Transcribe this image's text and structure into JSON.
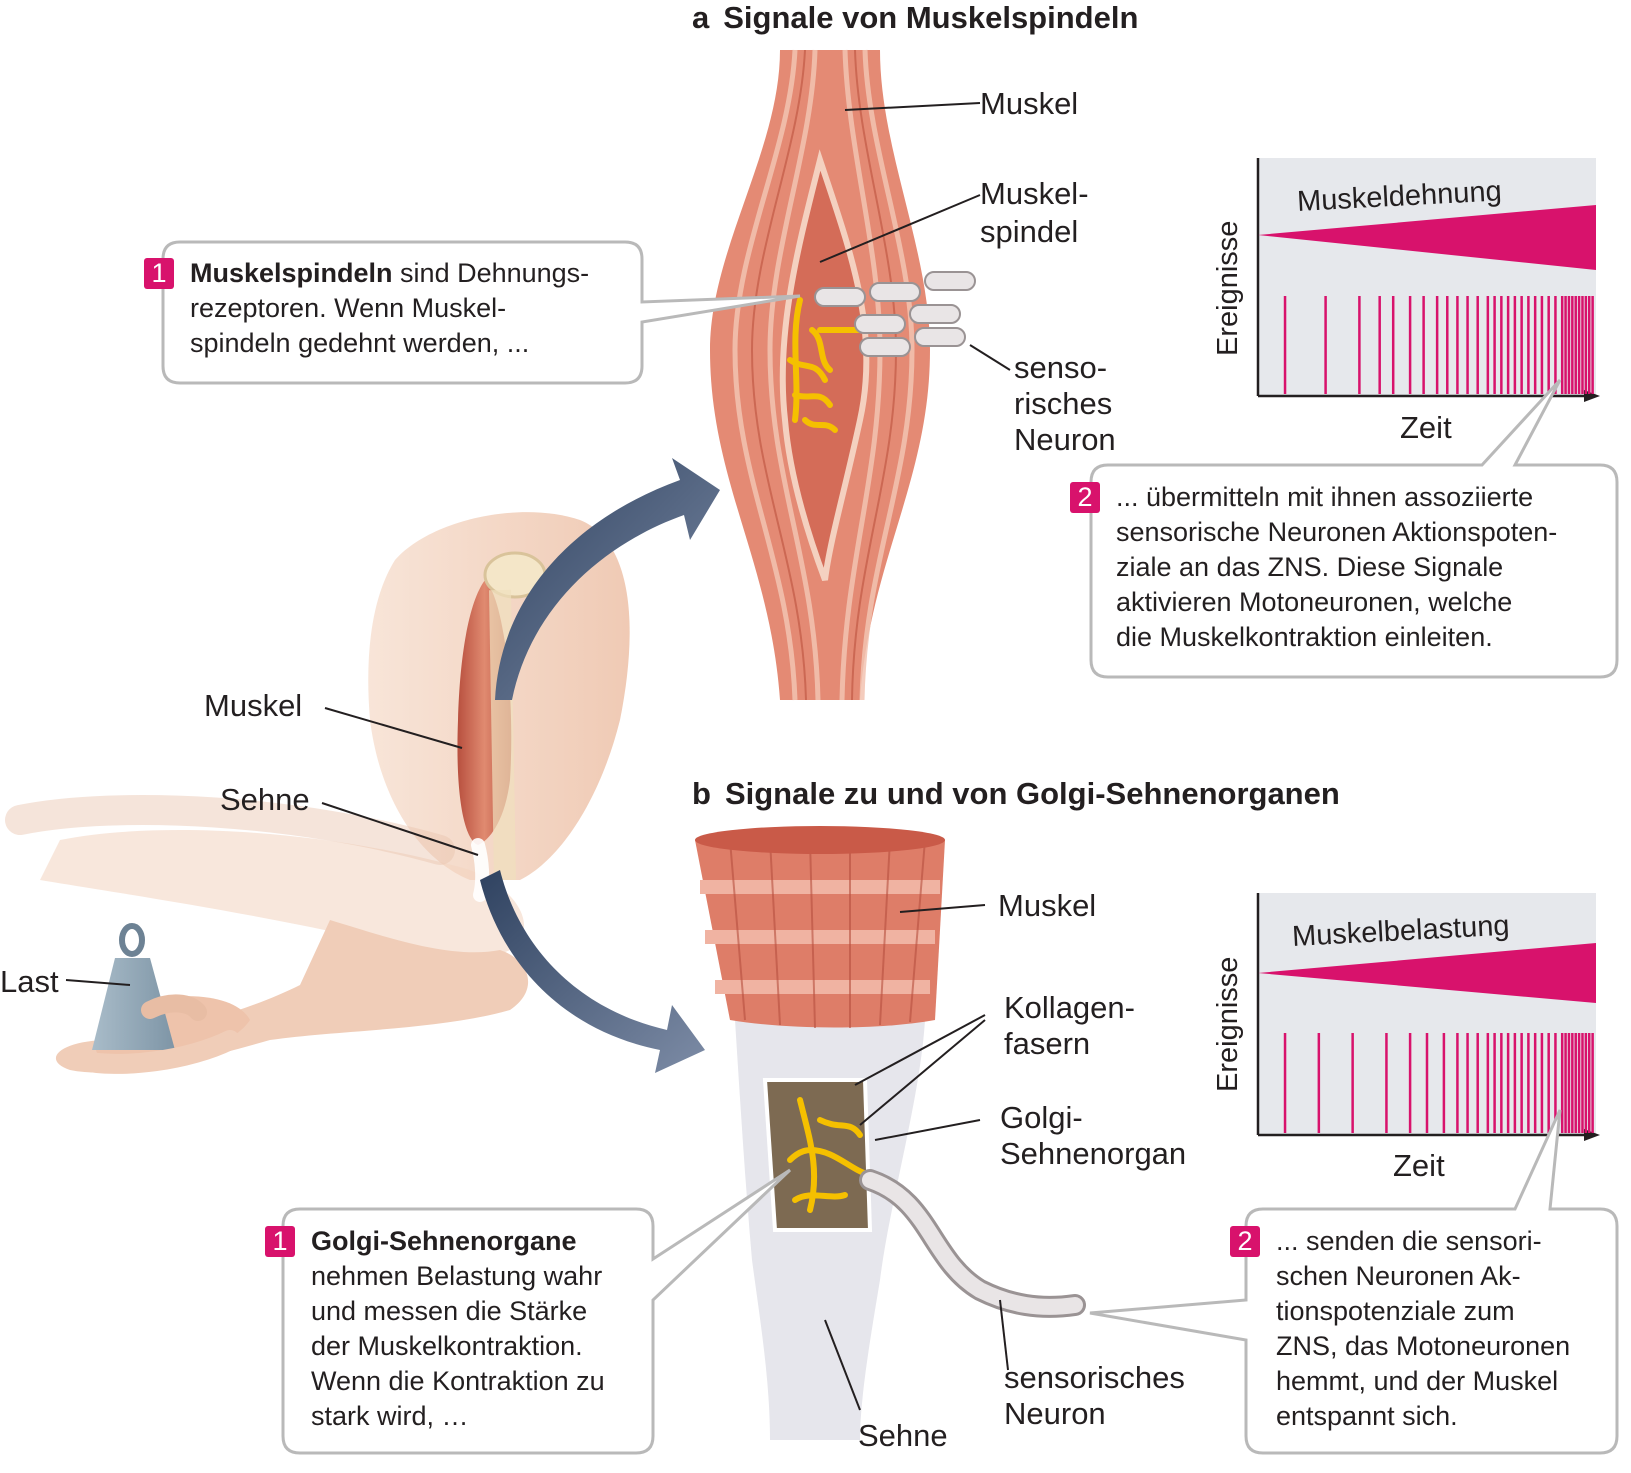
{
  "panel_a": {
    "letter": "a",
    "title": "Signale von Muskelspindeln",
    "labels": {
      "muscle": "Muskel",
      "spindle_1": "Muskel-",
      "spindle_2": "spindel",
      "neuron_1": "senso-",
      "neuron_2": "risches",
      "neuron_3": "Neuron"
    },
    "box1": {
      "num": "1",
      "bold": "Muskelspindeln",
      "line1_rest": " sind Dehnungs-",
      "line2": "rezeptoren. Wenn Muskel-",
      "line3": "spindeln gedehnt werden, ..."
    },
    "box2": {
      "num": "2",
      "lines": [
        "... übermitteln mit ihnen assoziierte",
        "sensorische Neuronen Aktionspoten-",
        "ziale an das ZNS. Diese Signale",
        "aktivieren Motoneuronen, welche",
        "die Muskelkontraktion einleiten."
      ]
    },
    "chart": {
      "title": "Muskeldehnung",
      "ylabel": "Ereignisse",
      "xlabel": "Zeit"
    }
  },
  "panel_b": {
    "letter": "b",
    "title": "Signale zu und von Golgi-Sehnenorganen",
    "labels": {
      "muscle": "Muskel",
      "collagen_1": "Kollagen-",
      "collagen_2": "fasern",
      "golgi_1": "Golgi-",
      "golgi_2": "Sehnenorgan",
      "neuron_1": "sensorisches",
      "neuron_2": "Neuron",
      "tendon": "Sehne"
    },
    "box1": {
      "num": "1",
      "bold": "Golgi-Sehnenorgane",
      "lines": [
        "nehmen Belastung wahr",
        "und messen die Stärke",
        "der Muskelkontraktion.",
        "Wenn die Kontraktion zu",
        "stark wird, …"
      ]
    },
    "box2": {
      "num": "2",
      "lines": [
        "... senden die sensori-",
        "schen Neuronen Ak-",
        "tionspotenziale zum",
        "ZNS, das Motoneuronen",
        "hemmt, und der Muskel",
        "entspannt sich."
      ]
    },
    "chart": {
      "title": "Muskelbelastung",
      "ylabel": "Ereignisse",
      "xlabel": "Zeit"
    }
  },
  "arm": {
    "muscle": "Muskel",
    "tendon": "Sehne",
    "load": "Last"
  },
  "colors": {
    "accent": "#d8126c",
    "muscle": "#d9705e",
    "skin": "#f2d3c0",
    "arrow": "#4d6282",
    "nerve": "#f5c000"
  },
  "chart_data": [
    {
      "type": "scatter",
      "title": "Muskeldehnung",
      "xlabel": "Zeit",
      "ylabel": "Ereignisse",
      "x": [
        0.08,
        0.2,
        0.3,
        0.36,
        0.4,
        0.45,
        0.49,
        0.53,
        0.56,
        0.59,
        0.62,
        0.65,
        0.68,
        0.7,
        0.72,
        0.74,
        0.76,
        0.78,
        0.8,
        0.82,
        0.84,
        0.86,
        0.88,
        0.9,
        0.91,
        0.92,
        0.93,
        0.94,
        0.95,
        0.96,
        0.97,
        0.98,
        0.99
      ]
    },
    {
      "type": "scatter",
      "title": "Muskelbelastung",
      "xlabel": "Zeit",
      "ylabel": "Ereignisse",
      "x": [
        0.08,
        0.18,
        0.28,
        0.38,
        0.45,
        0.5,
        0.55,
        0.59,
        0.62,
        0.65,
        0.68,
        0.7,
        0.72,
        0.74,
        0.76,
        0.78,
        0.8,
        0.82,
        0.84,
        0.86,
        0.88,
        0.9,
        0.91,
        0.92,
        0.93,
        0.94,
        0.95,
        0.96,
        0.97,
        0.98,
        0.99
      ]
    }
  ]
}
